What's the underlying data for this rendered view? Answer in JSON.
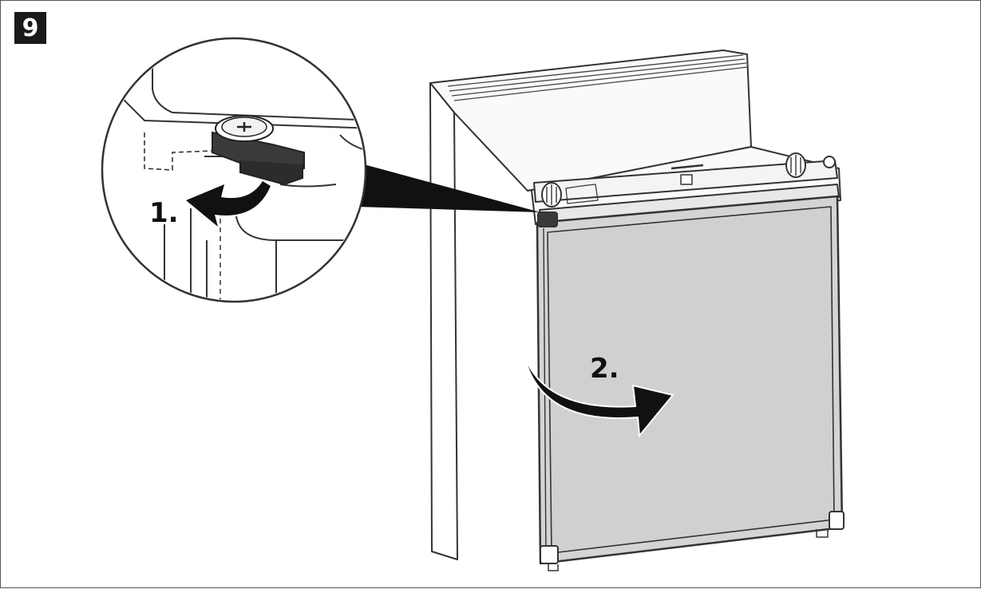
{
  "figure": {
    "number": "9"
  },
  "steps": [
    {
      "label": "1."
    },
    {
      "label": "2."
    }
  ],
  "colors": {
    "line": "#333333",
    "door_fill": "#d4d4d4",
    "latch_fill": "#3a3a3a",
    "arrow": "#111111"
  },
  "icons": [
    "latch-icon",
    "curved-arrow-icon",
    "refrigerator-illustration",
    "magnifier-callout"
  ]
}
